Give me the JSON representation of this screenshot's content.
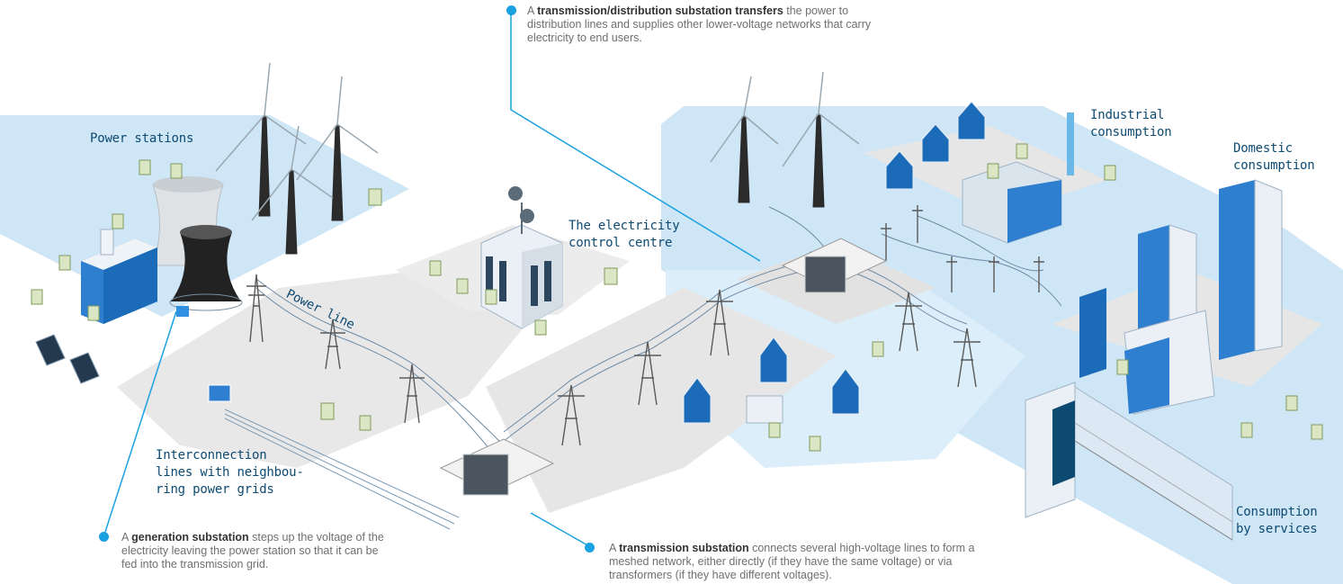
{
  "labels": {
    "power_stations": "Power stations",
    "power_line": "Power line",
    "control_centre_1": "The electricity",
    "control_centre_2": "control centre",
    "industrial_1": "Industrial",
    "industrial_2": "consumption",
    "domestic_1": "Domestic",
    "domestic_2": "consumption",
    "interconnection_1": "Interconnection",
    "interconnection_2": "lines with neighbou-",
    "interconnection_3": "ring power grids",
    "services_1": "Consumption",
    "services_2": "by services"
  },
  "notes": {
    "td_substation": {
      "prefix": "A ",
      "bold": "transmission/distribution substation transfers",
      "suffix": " the power to",
      "line2": "distribution lines and supplies other lower-voltage networks that carry",
      "line3": "electricity to end users."
    },
    "generation_substation": {
      "prefix": "A ",
      "bold": "generation substation",
      "suffix": " steps up the voltage of the",
      "line2": "electricity leaving the power station so that it can be",
      "line3": "fed into the transmission grid."
    },
    "transmission_substation": {
      "prefix": "A ",
      "bold": "transmission substation",
      "suffix": " connects several high-voltage lines to form a",
      "line2": "meshed network, either directly (if they have the same voltage) or via",
      "line3": "transformers (if they have different voltages)."
    }
  },
  "colors": {
    "accent": "#1aa1e1",
    "land": "#cfe6f6",
    "ground": "#e9e9e9",
    "label_text": "#0d4a72",
    "note_text": "#6f6f6f"
  }
}
